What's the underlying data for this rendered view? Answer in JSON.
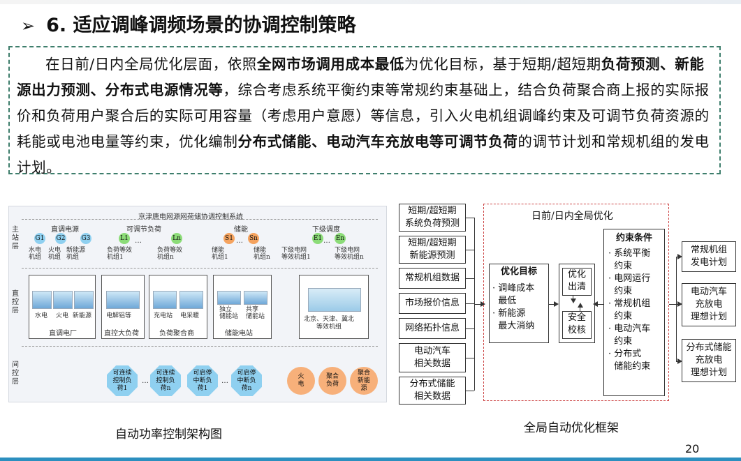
{
  "slide": {
    "title": "6. 适应调峰调频场景的协调控制策略",
    "bullet": "➢",
    "page_number": "20",
    "accent_color": "#3e7e6c"
  },
  "summary": {
    "seg1": "在日前/日内全局优化层面，依照",
    "b1": "全网市场调用成本最低",
    "seg2": "为优化目标，基于短期/超短期",
    "b2": "负荷预测、新能源出力预测、分布式电源情况等",
    "seg3": "，综合考虑系统平衡约束等常规约束基础上，结合负荷聚合商上报的实际报价和负荷用户聚合后的实际可用容量（考虑用户意愿）等信息，引入火电机组调峰约束及可调节负荷资源的耗能或电池电量等约束，优化编制",
    "b3": "分布式储能、电动汽车充放电等可调节负荷",
    "seg4": "的调节计划和常规机组的发电计划。"
  },
  "arch": {
    "caption": "自动功率控制架构图",
    "header": "京津唐电网源网荷储协调控制系统",
    "layers": {
      "main": "主\n站\n层",
      "direct": "直\n控\n层",
      "indirect": "间\n控\n层"
    },
    "groups": {
      "g1": "直调电源",
      "g2": "可调节负荷",
      "g3": "储能",
      "g4": "下级调度"
    },
    "nodes": [
      "G1",
      "G2",
      "G3",
      "L1",
      "Ln",
      "S1",
      "Sn",
      "E1",
      "En"
    ],
    "node_labels": {
      "g1": "水电\n机组",
      "g2": "火电\n机组",
      "g3": "新能源\n机组",
      "l1": "负荷等效\n机组1",
      "ln": "负荷等效\n机组n",
      "s1": "储能\n机组1",
      "sn": "储能\n机组n",
      "e1": "下级电网\n等效机组1",
      "en": "下级电网\n等效机组n"
    },
    "ellipsis": "…",
    "boxes": {
      "plant": "直调电厂",
      "plant_tiles": [
        "水电",
        "火电",
        "新能源"
      ],
      "large_load": "直控大负荷",
      "large_load_tile": "电解铝等",
      "aggregator": "负荷聚合商",
      "aggregator_tiles": [
        "充电站",
        "电采暖"
      ],
      "storage": "储能电站",
      "storage_tiles": [
        "独立\n储能站",
        "共享\n储能站"
      ],
      "regional": "北京、天津、冀北\n等效机组"
    },
    "indirect_loads": [
      "可连续\n控制负\n荷1",
      "可连续\n控制负\n荷n",
      "可启停\n中断负\n荷1",
      "可启停\n中断负\n荷n"
    ],
    "indirect_sources": [
      "火\n电",
      "聚合\n负荷",
      "聚合\n新能\n源"
    ]
  },
  "framework": {
    "caption": "全局自动优化框架",
    "inputs": [
      "短期/超短期\n系统负荷预测",
      "短期/超短期\n新能源预测",
      "常规机组数据",
      "市场报价信息",
      "网络拓扑信息",
      "电动汽车\n相关数据",
      "分布式储能\n相关数据"
    ],
    "frame_title": "日前/日内全局优化",
    "objective_title": "优化目标",
    "objectives": [
      "· 调峰成本\n  最低",
      "· 新能源\n  最大消纳"
    ],
    "clearing": "优化\n出清",
    "security": "安全\n校核",
    "constraints_title": "约束条件",
    "constraints": [
      "· 系统平衡\n  约束",
      "· 电网运行\n  约束",
      "· 常规机组\n  约束",
      "· 电动汽车\n  约束",
      "· 分布式\n  储能约束"
    ],
    "outputs": [
      "常规机组\n发电计划",
      "电动汽车\n充放电\n理想计划",
      "分布式储能\n充放电\n理想计划"
    ]
  }
}
